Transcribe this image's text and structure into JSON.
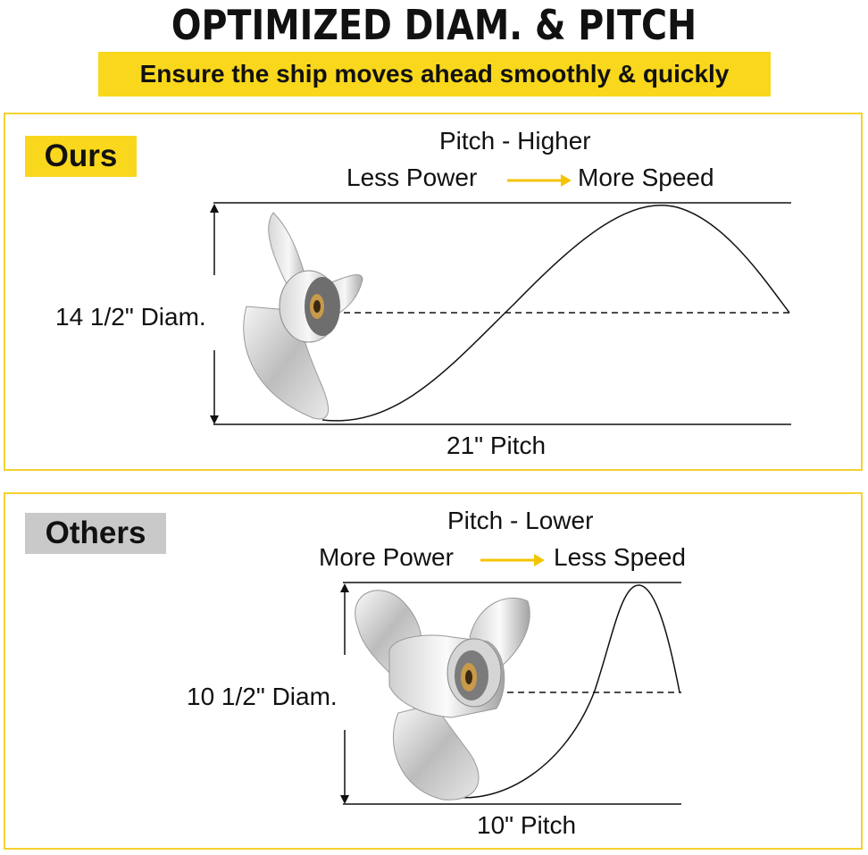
{
  "header": {
    "title": "OPTIMIZED DIAM. & PITCH",
    "subtitle": "Ensure the ship moves ahead smoothly & quickly"
  },
  "ours": {
    "tag": "Ours",
    "pitch_heading": "Pitch - Higher",
    "from_label": "Less Power",
    "to_label": "More Speed",
    "diameter_label": "14 1/2\" Diam.",
    "pitch_label": "21\" Pitch"
  },
  "others": {
    "tag": "Others",
    "pitch_heading": "Pitch - Lower",
    "from_label": "More Power",
    "to_label": "Less Speed",
    "diameter_label": "10 1/2\" Diam.",
    "pitch_label": "10\" Pitch"
  },
  "colors": {
    "accent_yellow": "#f9d71c",
    "panel_border": "#f4d230",
    "others_tag_gray": "#c9c9c9"
  },
  "icons": {
    "ours_propeller": "propeller-icon",
    "others_propeller": "propeller-icon",
    "arrow": "arrow-right-icon"
  }
}
